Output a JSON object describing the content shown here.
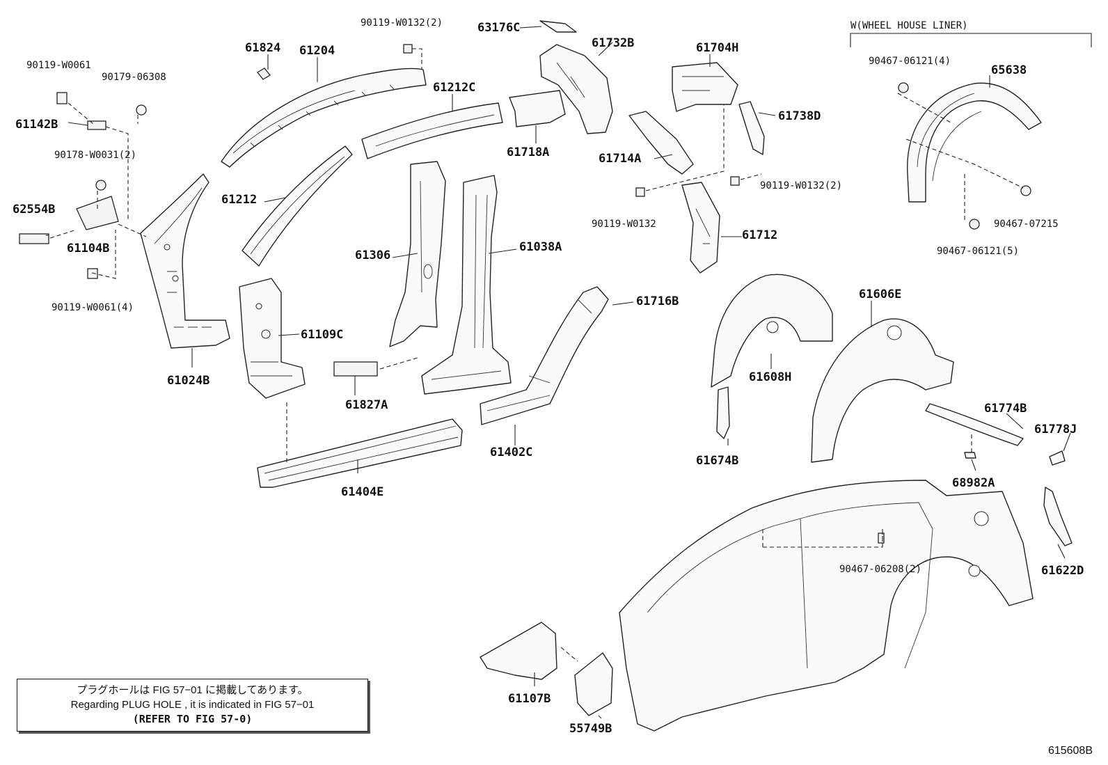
{
  "labels": {
    "p90119_W0132_2_top": "90119-W0132(2)",
    "p63176C": "63176C",
    "p61732B": "61732B",
    "p61704H": "61704H",
    "wheel_house_liner": "W(WHEEL HOUSE LINER)",
    "p90467_06121_4": "90467-06121(4)",
    "p65638": "65638",
    "p90119_W0061": "90119-W0061",
    "p90179_06308": "90179-06308",
    "p61824": "61824",
    "p61204": "61204",
    "p61212C": "61212C",
    "p61142B": "61142B",
    "p61718A": "61718A",
    "p61738D": "61738D",
    "p90178_W0031_2": "90178-W0031(2)",
    "p61714A": "61714A",
    "p62554B": "62554B",
    "p61212": "61212",
    "p90119_W0132_2_mid": "90119-W0132(2)",
    "p61104B": "61104B",
    "p90119_W0132": "90119-W0132",
    "p61712": "61712",
    "p90467_07215": "90467-07215",
    "p61306": "61306",
    "p61038A": "61038A",
    "p90467_06121_5": "90467-06121(5)",
    "p90119_W0061_4": "90119-W0061(4)",
    "p61716B": "61716B",
    "p61606E": "61606E",
    "p61109C": "61109C",
    "p61608H": "61608H",
    "p61024B": "61024B",
    "p61827A": "61827A",
    "p61774B": "61774B",
    "p61778J": "61778J",
    "p61402C": "61402C",
    "p61674B": "61674B",
    "p68982A": "68982A",
    "p61404E": "61404E",
    "p90467_06208_2": "90467-06208(2)",
    "p61622D": "61622D",
    "p61107B": "61107B",
    "p55749B": "55749B"
  },
  "note": {
    "line1": "プラグホールは FIG 57−01 に掲載してあります。",
    "line2": "Regarding  PLUG  HOLE , it is indicated in  FIG  57−01",
    "line3": "(REFER TO FIG 57-0)"
  },
  "figure_id": "615608B"
}
